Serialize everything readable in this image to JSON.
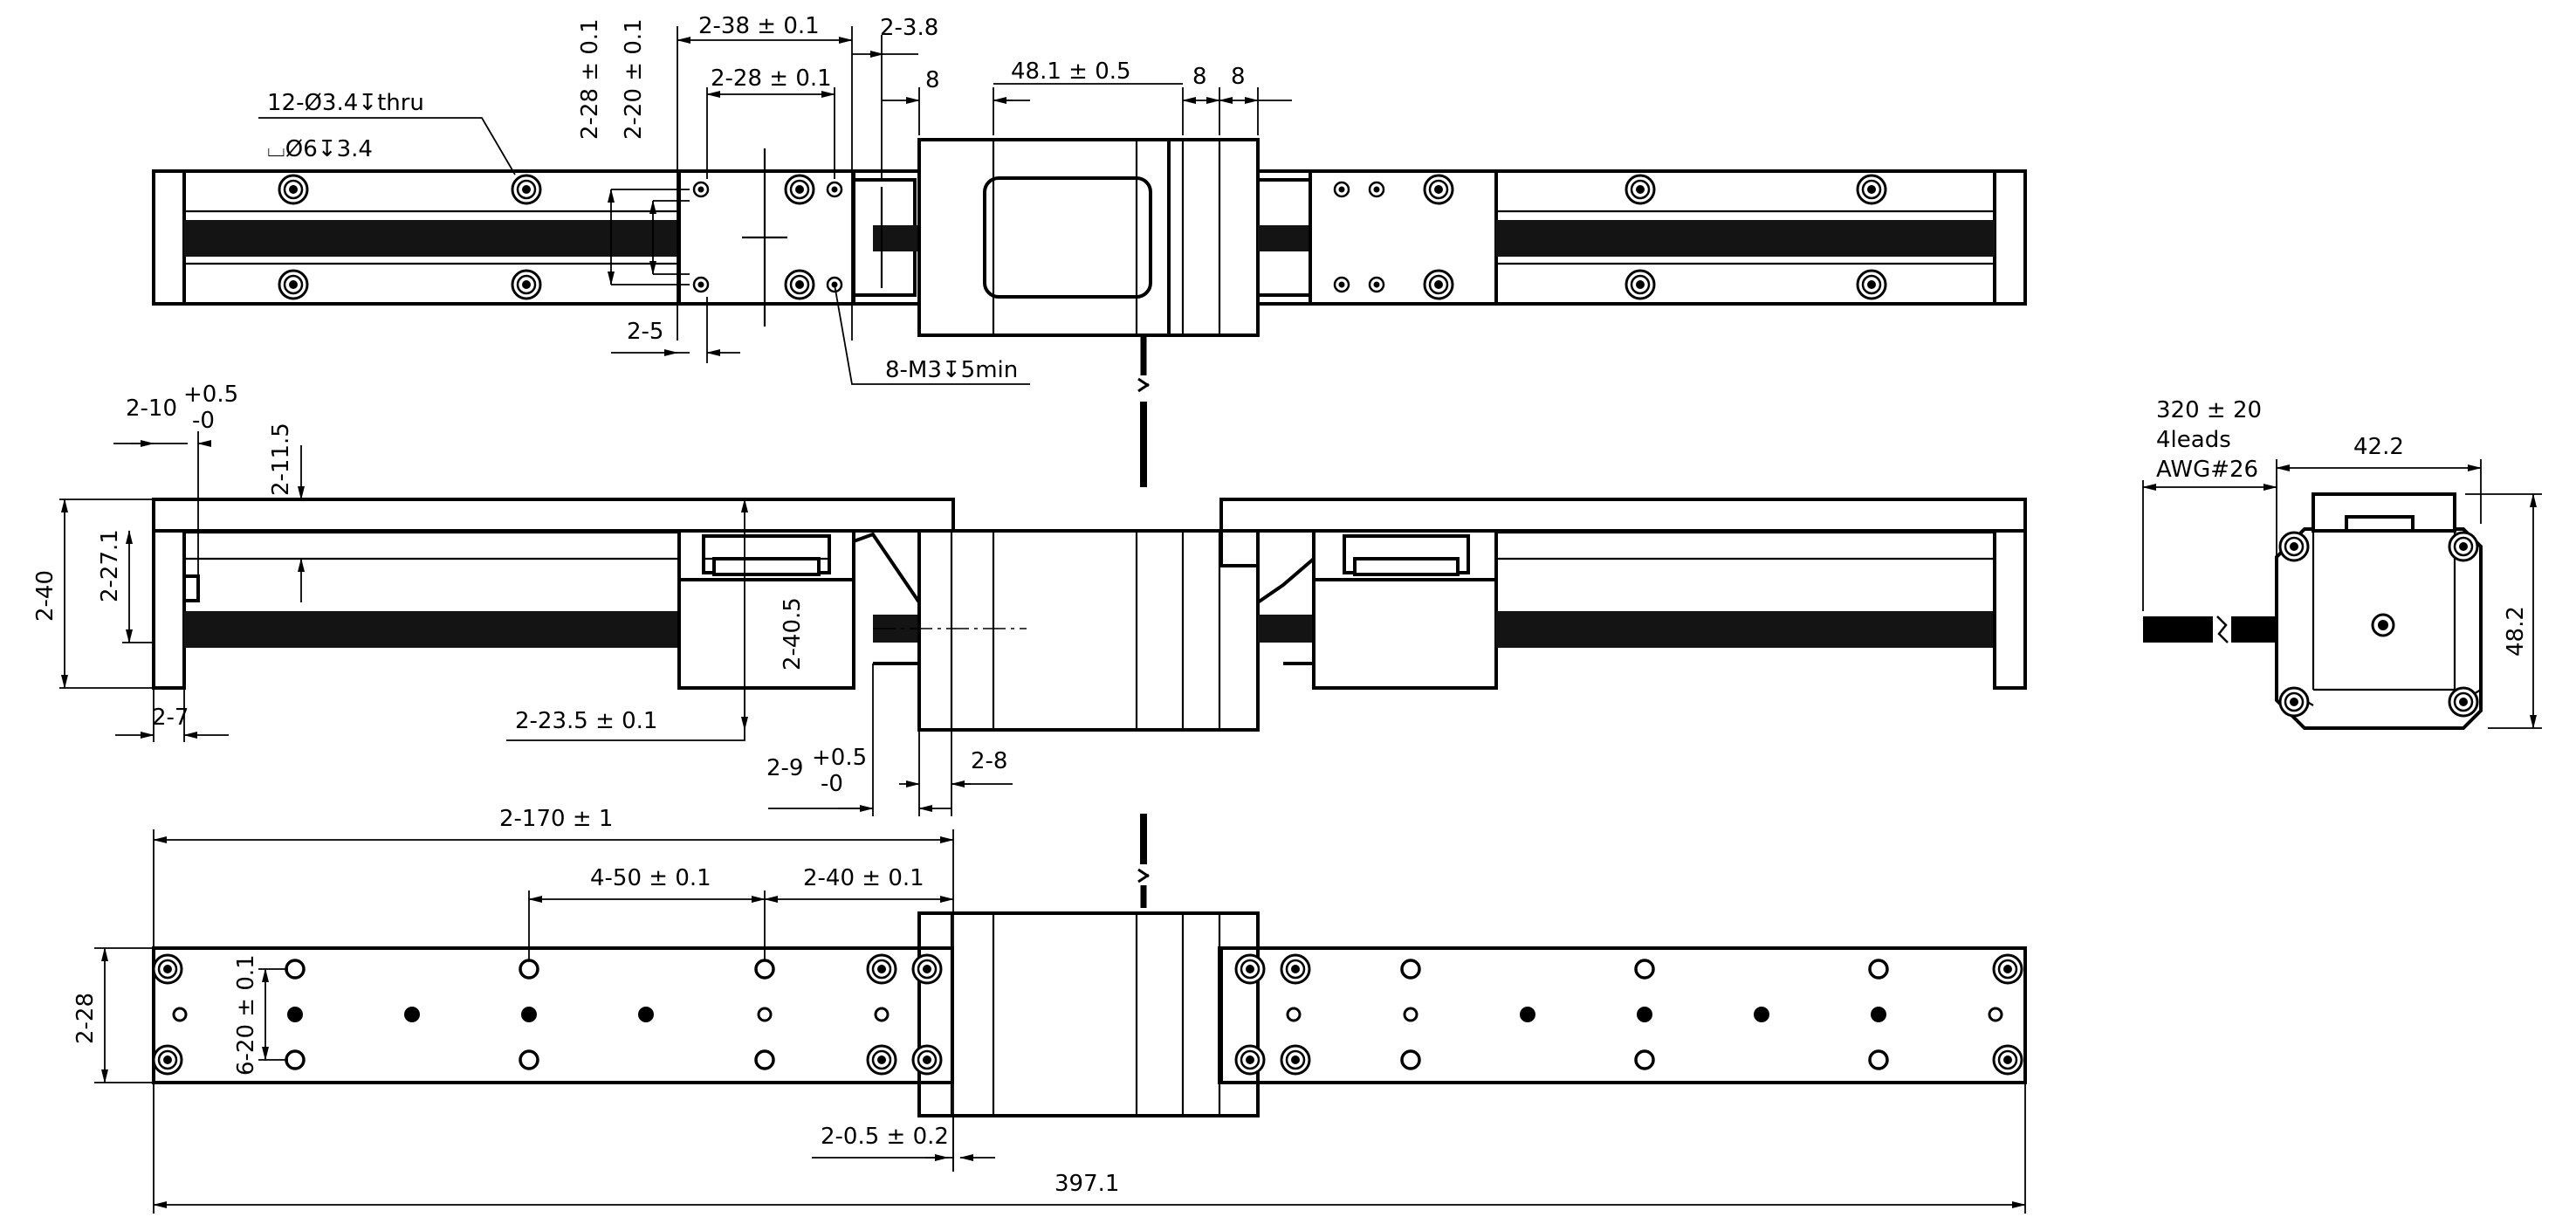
{
  "drawing": {
    "title": "",
    "top_view": {
      "hole_callout_1": "12-Ø3.4↧thru",
      "hole_callout_2": "⌴Ø6↧3.4",
      "dim_2_38": "2-38 ± 0.1",
      "dim_2_3_8": "2-3.8",
      "dim_2_28_horizontal": "2-28 ± 0.1",
      "dim_8_a": "8",
      "dim_48_1": "48.1 ± 0.5",
      "dim_8_b": "8",
      "dim_8_c": "8",
      "dim_2_28_vertical": "2-28 ± 0.1",
      "dim_2_20_vertical": "2-20 ± 0.1",
      "dim_2_5": "2-5",
      "tap_callout": "8-M3↧5min"
    },
    "side_view": {
      "dim_2_10": "2-10",
      "dim_2_10_tol_upper": "+0.5",
      "dim_2_10_tol_lower": "-0",
      "dim_2_11_5": "2-11.5",
      "dim_2_40": "2-40",
      "dim_2_27_1": "2-27.1",
      "dim_2_40_5": "2-40.5",
      "dim_2_7": "2-7",
      "dim_2_23_5": "2-23.5 ± 0.1",
      "dim_2_9": "2-9",
      "dim_2_9_tol_upper": "+0.5",
      "dim_2_9_tol_lower": "-0",
      "dim_2_8": "2-8"
    },
    "end_view": {
      "cable_length": "320 ± 20",
      "leads": "4leads",
      "wire_gauge": "AWG#26",
      "dim_width": "42.2",
      "dim_height": "48.2"
    },
    "bottom_view": {
      "dim_2_170": "2-170 ± 1",
      "dim_4_50": "4-50 ± 0.1",
      "dim_2_40": "2-40 ± 0.1",
      "dim_2_28": "2-28",
      "dim_6_20": "6-20 ± 0.1",
      "dim_2_0_5": "2-0.5 ± 0.2",
      "dim_overall": "397.1"
    }
  }
}
